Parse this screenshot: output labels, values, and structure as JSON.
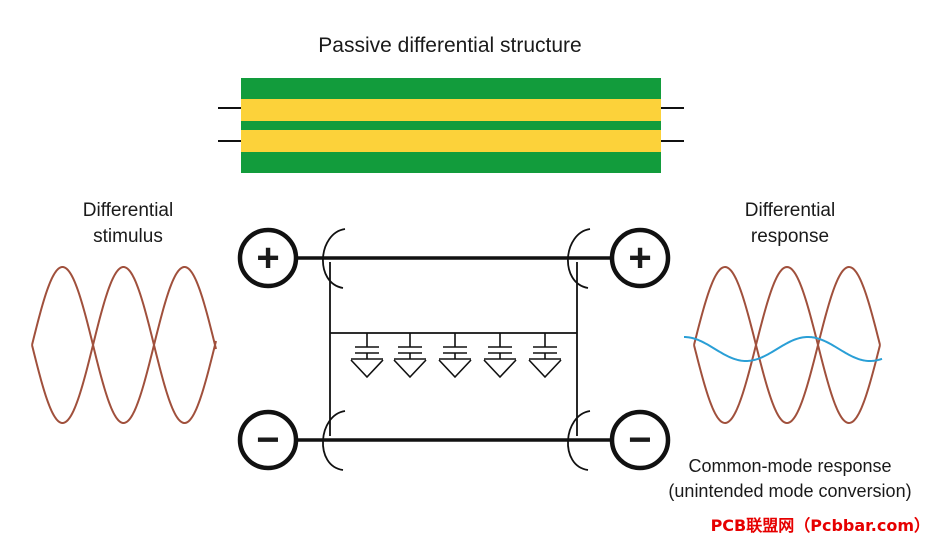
{
  "labels": {
    "title": "Passive differential structure",
    "stimulus_line1": "Differential",
    "stimulus_line2": "stimulus",
    "response_line1": "Differential",
    "response_line2": "response",
    "common_line1": "Common-mode response",
    "common_line2": "(unintended mode conversion)",
    "plus_symbol": "+",
    "minus_symbol": "−",
    "watermark": "PCB联盟网（Pcbbar.com）"
  },
  "colors": {
    "trace_green": "#129c3c",
    "trace_yellow": "#fcd23a",
    "wave_red": "#a0503c",
    "wave_blue": "#2a9fd6",
    "line_black": "#111111",
    "watermark_red": "#e60000"
  },
  "icons": {
    "terminal_plus": "plus-circle-icon",
    "terminal_minus": "minus-circle-icon",
    "coupling": "coupling-bracket-icon",
    "capacitor": "capacitor-ground-icon"
  }
}
